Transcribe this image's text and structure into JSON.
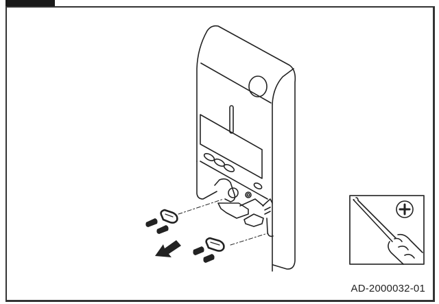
{
  "figure": {
    "code": "AD-2000032-01",
    "tool_icon": "phillips-screwdriver-icon",
    "tool_symbol": "+",
    "removal_arrow": "arrow-down-left-icon",
    "parts": [
      "wall-bracket-cover",
      "fixing-lugs",
      "screws"
    ]
  }
}
